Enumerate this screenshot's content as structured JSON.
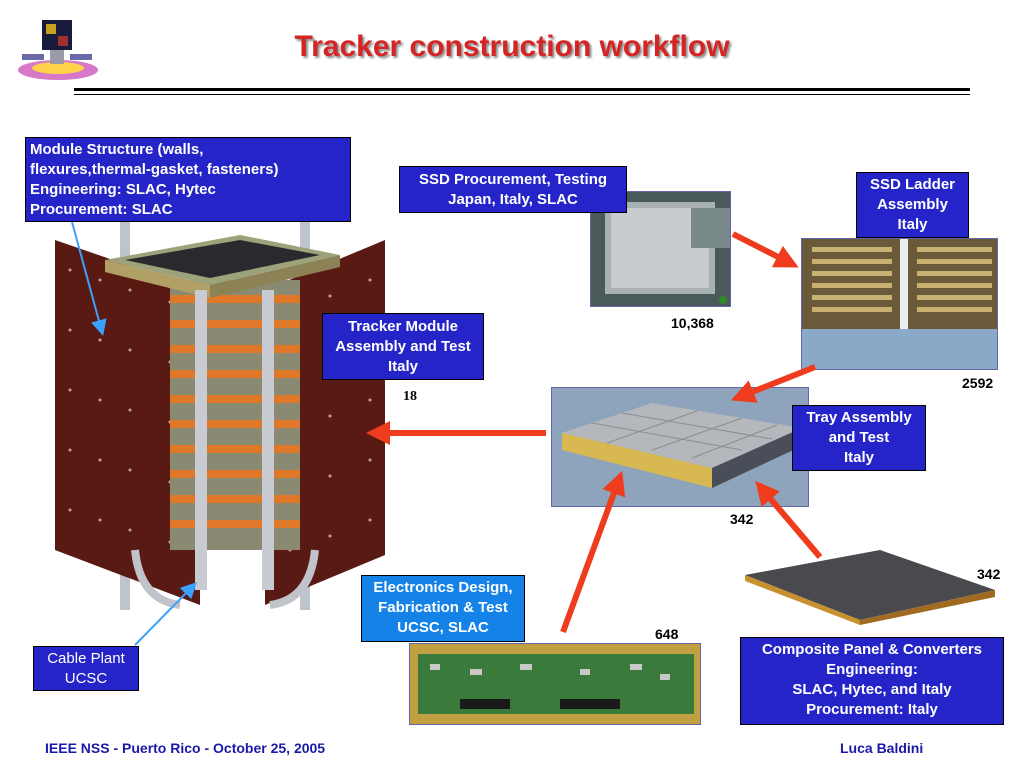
{
  "title": "Tracker construction workflow",
  "boxes": {
    "module_structure": [
      "Module Structure (walls,",
      "flexures,thermal-gasket, fasteners)",
      "Engineering: SLAC, Hytec",
      "Procurement: SLAC"
    ],
    "ssd_procurement": [
      "SSD Procurement, Testing",
      "Japan, Italy, SLAC"
    ],
    "ssd_ladder": [
      "SSD Ladder",
      "Assembly",
      "Italy"
    ],
    "tracker_module": [
      "Tracker Module",
      "Assembly and Test",
      "Italy"
    ],
    "tray_assembly": [
      "Tray Assembly",
      "and Test",
      "Italy"
    ],
    "electronics": [
      "Electronics Design,",
      "Fabrication & Test",
      "UCSC, SLAC"
    ],
    "cable_plant": [
      "Cable Plant",
      "UCSC"
    ],
    "composite_panel": [
      "Composite Panel & Converters",
      "Engineering:",
      "SLAC, Hytec, and Italy",
      "Procurement: Italy"
    ]
  },
  "counts": {
    "ssd": "10,368",
    "ladder": "2592",
    "module": "18",
    "tray": "342",
    "composite": "342",
    "electronics": "648"
  },
  "footer": {
    "left": "IEEE NSS - Puerto Rico - October 25, 2005",
    "right": "Luca Baldini"
  },
  "colors": {
    "title": "#d42424",
    "box": "#2424c8",
    "box_light": "#1482e6",
    "arrow": "#f03c1e",
    "pointer": "#3ca0ff"
  }
}
